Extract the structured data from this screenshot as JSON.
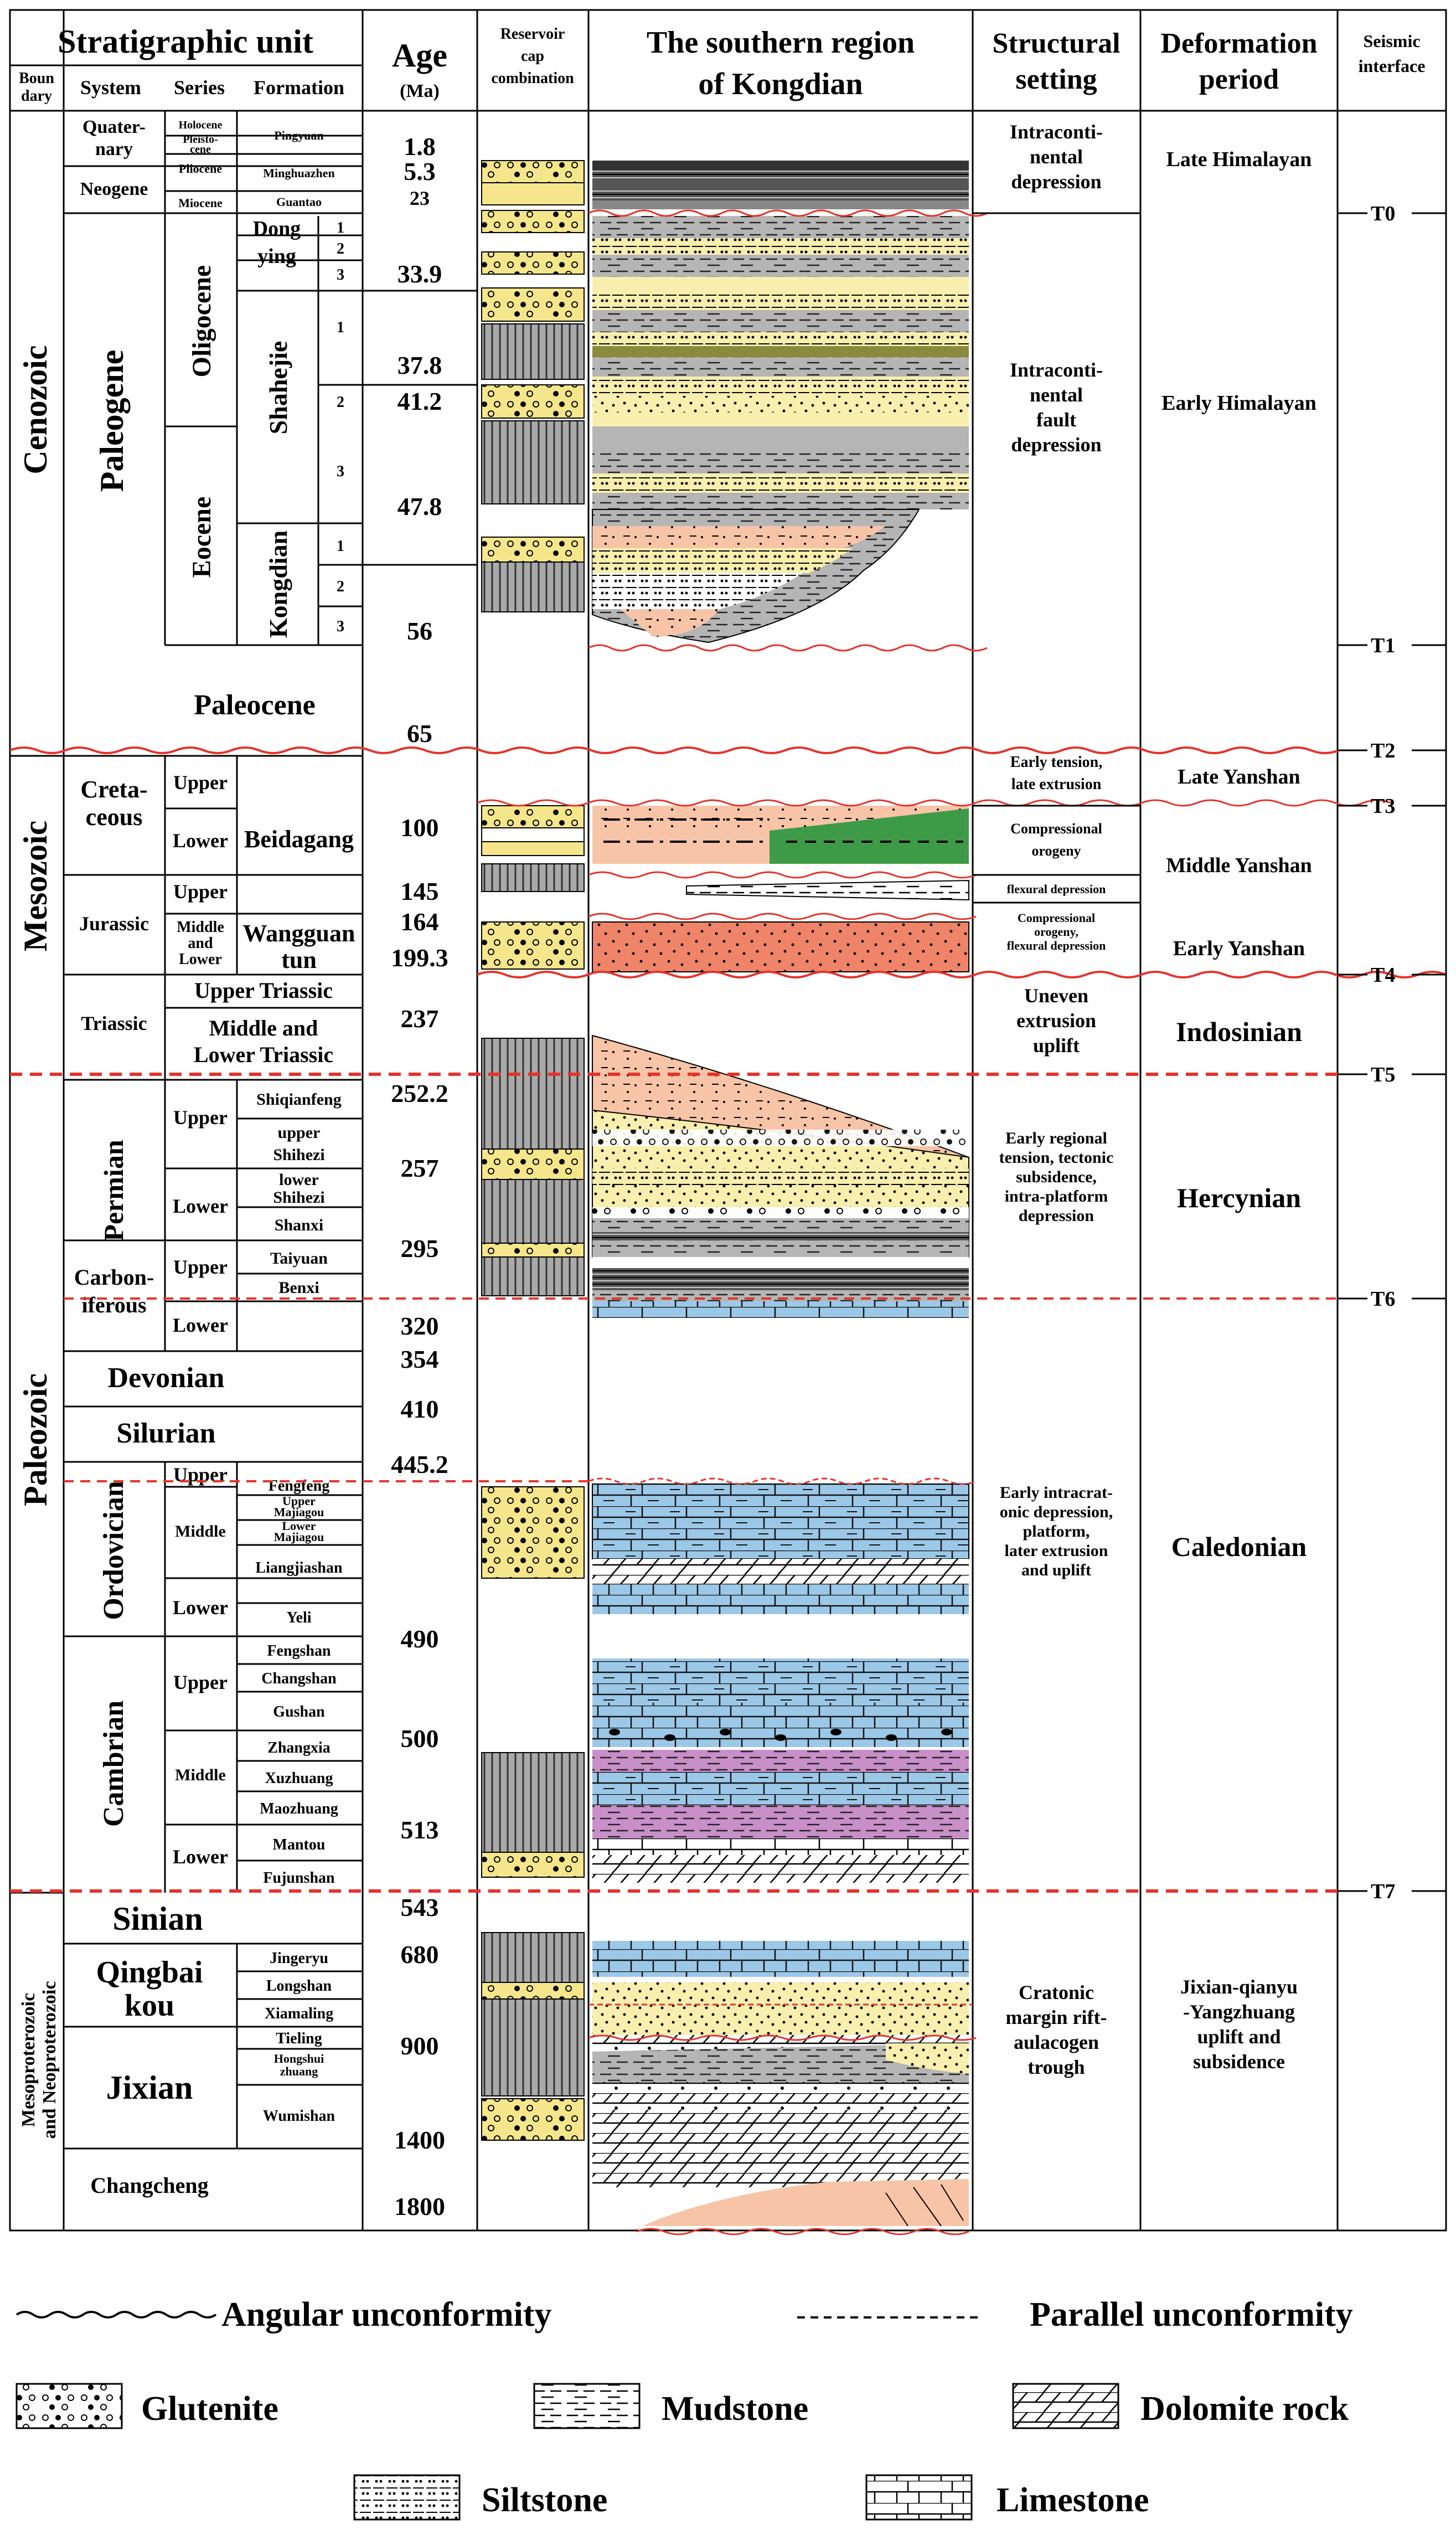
{
  "header": {
    "stratigraphic_unit": "Stratigraphic unit",
    "boundary": [
      "Boun",
      "dary"
    ],
    "system": "System",
    "series": "Series",
    "formation": "Formation",
    "age": "Age",
    "age_unit": "(Ma)",
    "reservoir": [
      "Reservoir",
      "cap",
      "combination"
    ],
    "region": [
      "The southern region",
      "of Kongdian"
    ],
    "structural": [
      "Structural",
      "setting"
    ],
    "deformation": [
      "Deformation",
      "period"
    ],
    "seismic": [
      "Seismic",
      "interface"
    ]
  },
  "eras": [
    "Cenozoic",
    "Mesozoic",
    "Paleozoic",
    "Mesoproterozoic",
    "and Neoproterozoic"
  ],
  "systems": {
    "quaternary": [
      "Quater-",
      "nary"
    ],
    "neogene": "Neogene",
    "paleogene": "Paleogene",
    "cretaceous": [
      "Creta-",
      "ceous"
    ],
    "jurassic": "Jurassic",
    "triassic": "Triassic",
    "permian": "Permian",
    "carboniferous": [
      "Carbon-",
      "iferous"
    ],
    "devonian": "Devonian",
    "silurian": "Silurian",
    "ordovician": "Ordovician",
    "cambrian": "Cambrian",
    "sinian": "Sinian",
    "qingbaikou": [
      "Qingbai",
      "kou"
    ],
    "jixian": "Jixian",
    "changcheng": "Changcheng"
  },
  "series": {
    "holocene": "Holocene",
    "pleistocene": [
      "Pleisto-",
      "cene"
    ],
    "pliocene": "Pliocene",
    "miocene": "Miocene",
    "oligocene": "Oligocene",
    "eocene": "Eocene",
    "paleocene": "Paleocene",
    "upper": "Upper",
    "lower": "Lower",
    "middle": "Middle",
    "middle_and_lower": [
      "Middle",
      "and",
      "Lower"
    ],
    "upper_triassic": "Upper Triassic",
    "middle_lower_triassic": [
      "Middle and",
      "Lower Triassic"
    ]
  },
  "formations": {
    "pingyuan": "Pingyuan",
    "minghuazhen": "Minghuazhen",
    "guantao": "Guantao",
    "dongying": [
      "Dong",
      "ying"
    ],
    "shahejie": "Shahejie",
    "kongdian": "Kongdian",
    "beidagang": "Beidagang",
    "wangguantun": [
      "Wangguan",
      "tun"
    ],
    "shiqianfeng": "Shiqianfeng",
    "upper_shihezi": [
      "upper",
      "Shihezi"
    ],
    "lower_shihezi": [
      "lower",
      "Shihezi"
    ],
    "shanxi": "Shanxi",
    "taiyuan": "Taiyuan",
    "benxi": "Benxi",
    "fengfeng": "Fengfeng",
    "upper_majiagou": [
      "Upper",
      "Majiagou"
    ],
    "lower_majiagou": [
      "Lower",
      "Majiagou"
    ],
    "liangjiashan": "Liangjiashan",
    "yeli": "Yeli",
    "fengshan": "Fengshan",
    "changshan": "Changshan",
    "gushan": "Gushan",
    "zhangxia": "Zhangxia",
    "xuzhuang": "Xuzhuang",
    "maozhuang": "Maozhuang",
    "mantou": "Mantou",
    "fujunshan": "Fujunshan",
    "jingeryu": "Jingeryu",
    "longshan": "Longshan",
    "xiamaling": "Xiamaling",
    "tieling": "Tieling",
    "hongshuizhuang": [
      "Hongshui",
      "zhuang"
    ],
    "wumishan": "Wumishan"
  },
  "members": [
    "1",
    "2",
    "3"
  ],
  "ages": [
    "1.8",
    "5.3",
    "23",
    "33.9",
    "37.8",
    "41.2",
    "47.8",
    "56",
    "65",
    "100",
    "145",
    "164",
    "199.3",
    "237",
    "252.2",
    "257",
    "295",
    "320",
    "354",
    "410",
    "445.2",
    "490",
    "500",
    "513",
    "543",
    "680",
    "900",
    "1400",
    "1800"
  ],
  "structural": {
    "intracontinental_depression": [
      "Intraconti-",
      "nental",
      "depression"
    ],
    "fault_depression": [
      "Intraconti-",
      "nental",
      "fault",
      "depression"
    ],
    "early_tension": [
      "Early tension,",
      "late extrusion"
    ],
    "compressional_orogeny": [
      "Compressional",
      "orogeny"
    ],
    "flexural_depression": "flexural depression",
    "compressional_flexural": [
      "Compressional",
      "orogeny,",
      "flexural depression"
    ],
    "uneven_extrusion": [
      "Uneven",
      "extrusion",
      "uplift"
    ],
    "early_regional": [
      "Early regional",
      "tension, tectonic",
      "subsidence,",
      "intra-platform",
      "depression"
    ],
    "early_intracratonic": [
      "Early intracrat-",
      "onic depression,",
      "platform,",
      "later extrusion",
      "and uplift"
    ],
    "cratonic_margin": [
      "Cratonic",
      "margin rift-",
      "aulacogen",
      "trough"
    ]
  },
  "deformation": {
    "late_himalayan": "Late Himalayan",
    "early_himalayan": "Early Himalayan",
    "late_yanshan": "Late Yanshan",
    "middle_yanshan": "Middle Yanshan",
    "early_yanshan": "Early Yanshan",
    "indosinian": "Indosinian",
    "hercynian": "Hercynian",
    "caledonian": "Caledonian",
    "jixian_qianyu": [
      "Jixian-qianyu",
      "-Yangzhuang",
      "uplift and",
      "subsidence"
    ]
  },
  "seismic": [
    "T0",
    "T1",
    "T2",
    "T3",
    "T4",
    "T5",
    "T6",
    "T7"
  ],
  "legend": {
    "angular": "Angular unconformity",
    "parallel": "Parallel unconformity",
    "glutenite": "Glutenite",
    "mudstone": "Mudstone",
    "dolomite": "Dolomite rock",
    "siltstone": "Siltstone",
    "limestone": "Limestone"
  },
  "colors": {
    "sand_yellow": "#f8efae",
    "reservoir_yellow": "#f5e68c",
    "limestone_blue": "#9cc8e8",
    "pink_salmon": "#f7c4a7",
    "orange_red": "#ef8469",
    "purple": "#c88fc8",
    "green": "#3d9b48",
    "gray": "#a9a9a9",
    "unconformity_red": "#e4332c"
  }
}
